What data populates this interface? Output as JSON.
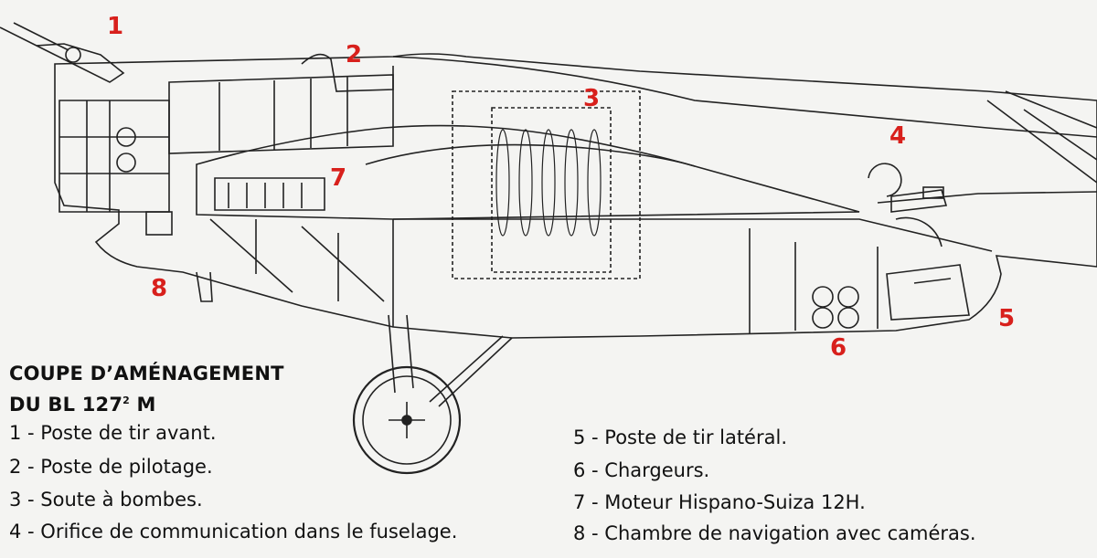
{
  "title": {
    "line1": "COUPE D’AMÉNAGEMENT",
    "line2_prefix": "DU BL 127",
    "line2_sup": "2",
    "line2_suffix": " M"
  },
  "callouts": [
    "1",
    "2",
    "3",
    "4",
    "5",
    "6",
    "7",
    "8"
  ],
  "legend": [
    "1 - Poste de tir avant.",
    "2 - Poste de pilotage.",
    "3 - Soute à bombes.",
    "4 - Orifice de communication dans le fuselage.",
    "5 - Poste de tir latéral.",
    "6 - Chargeurs.",
    "7 - Moteur Hispano-Suiza 12H.",
    "8 - Chambre de navigation avec caméras."
  ],
  "colors": {
    "callout": "#d8201c",
    "line": "#222222",
    "paper": "#f4f4f2"
  }
}
